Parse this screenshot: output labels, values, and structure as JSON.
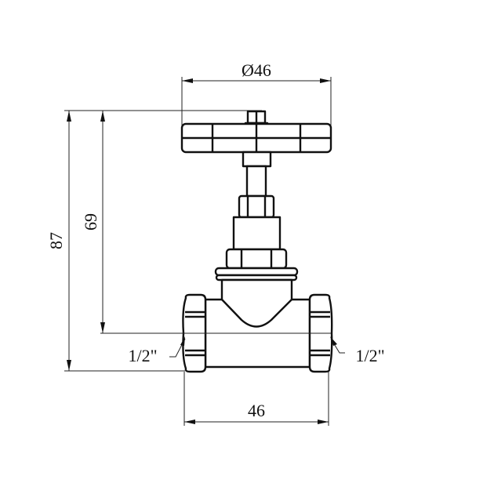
{
  "drawing": {
    "subject": "globe valve",
    "dimensions": {
      "handwheel_diameter": "Ø46",
      "total_height": "87",
      "height_to_axis": "69",
      "body_length": "46",
      "left_thread": "1/2\"",
      "right_thread": "1/2\""
    },
    "colors": {
      "line": "#111111",
      "background": "#ffffff"
    }
  }
}
